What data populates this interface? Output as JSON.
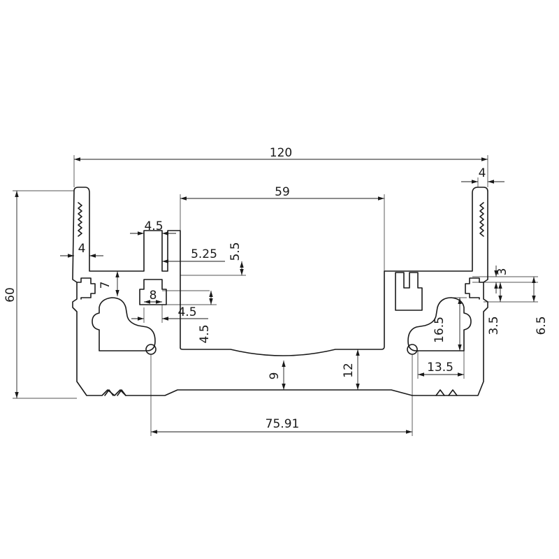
{
  "dimensions": {
    "overall_width": "120",
    "flange_width_right": "4",
    "overall_height": "60",
    "opening_width": "59",
    "slot_width": "4.5",
    "wall_thickness_left": "4",
    "step_width": "5.25",
    "step_height": "5.5",
    "ledge_height": "7",
    "slot_gap": "8",
    "lip_width": "4.5",
    "lip_height": "4.5",
    "top_wall_right": "3",
    "groove_height": "3.5",
    "groove_depth": "6.5",
    "channel_height": "16.5",
    "channel_width": "13.5",
    "base_min_thickness": "9",
    "base_max_thickness": "12",
    "screw_spacing": "75.91"
  }
}
